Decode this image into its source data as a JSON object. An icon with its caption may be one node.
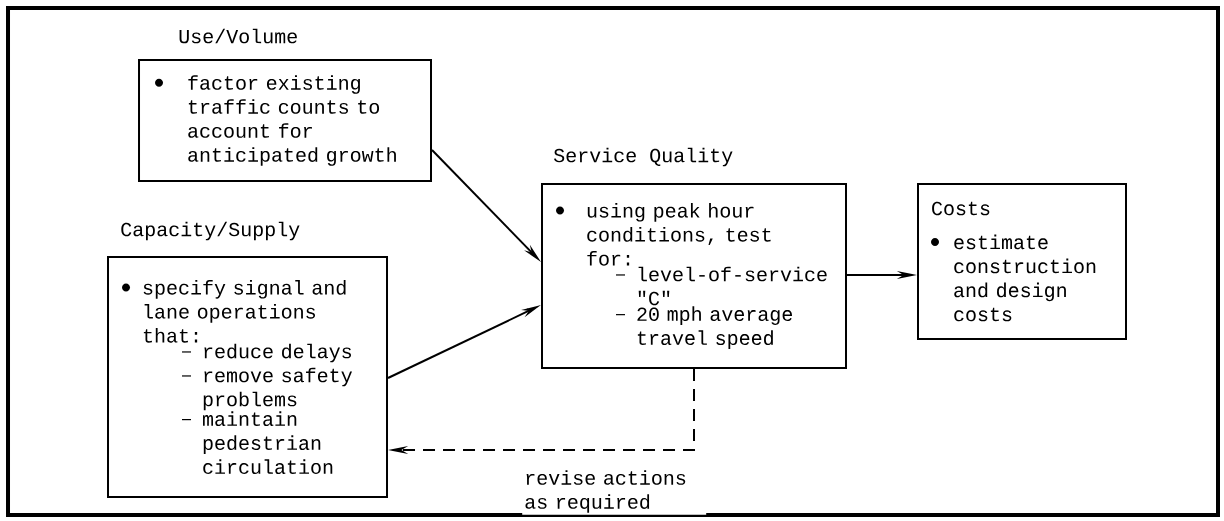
{
  "diagram": {
    "nodes": [
      {
        "text": [
          "Use/Volume",
          "factor existing traffic counts to account for anticipated growth"
        ]
      },
      {
        "text": [
          "Capacity/Supply",
          "specify signal and lane operations that:",
          "reduce delays",
          "remove safety problems",
          "maintain pedestrian circulation"
        ]
      },
      {
        "text": [
          "Service Quality",
          "using peak hour conditions, test for:",
          "level-of-service \"C\"",
          "20 mph average travel speed"
        ]
      },
      {
        "text": [
          "Costs",
          "estimate construction and design costs"
        ]
      }
    ],
    "edges": [
      {
        "from": 0,
        "to": 2,
        "arrow": "to"
      },
      {
        "from": 1,
        "to": 2,
        "arrow": "to"
      },
      {
        "from": 2,
        "to": 3,
        "arrow": "to"
      },
      {
        "from": 2,
        "to": 1,
        "arrow": "to",
        "style": "dashed",
        "label": "revise actions as required"
      }
    ]
  }
}
